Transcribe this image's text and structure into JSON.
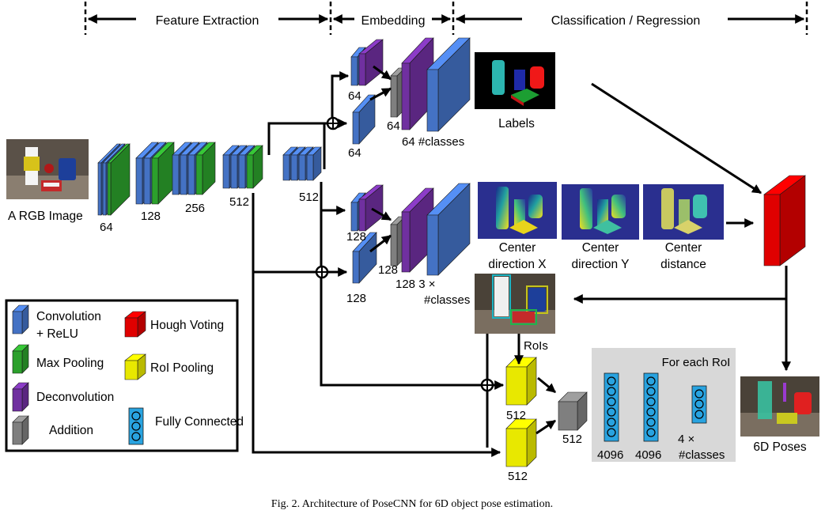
{
  "header": {
    "feature_extraction": "Feature Extraction",
    "embedding": "Embedding",
    "classification": "Classification / Regression"
  },
  "input": {
    "label": "A RGB Image"
  },
  "backbone": {
    "block_labels": [
      "64",
      "128",
      "256",
      "512",
      "512"
    ]
  },
  "seg_branch": {
    "labels": [
      "64",
      "64",
      "64",
      "64 #classes"
    ],
    "output_caption": "Labels"
  },
  "vertex_branch": {
    "labels": [
      "128",
      "128",
      "128",
      "128 3 ×",
      "#classes"
    ],
    "map_captions": [
      [
        "Center",
        "direction X"
      ],
      [
        "Center",
        "direction Y"
      ],
      [
        "Center",
        "distance"
      ]
    ]
  },
  "roi": {
    "rois_label": "RoIs",
    "pool_labels": [
      "512",
      "512"
    ],
    "add_label": "512"
  },
  "fc_panel": {
    "title": "For each RoI",
    "fc_labels": [
      "4096",
      "4096",
      "4 ×",
      "#classes"
    ]
  },
  "output": {
    "label": "6D Poses"
  },
  "legend": {
    "items": [
      "Convolution",
      "+ ReLU",
      "Hough Voting",
      "Max Pooling",
      "RoI Pooling",
      "Deconvolution",
      "Fully Connected",
      "Addition"
    ]
  },
  "caption": "Fig. 2.   Architecture of PoseCNN for 6D object pose estimation.",
  "colors": {
    "conv": "#4472c4",
    "pool": "#2ca02c",
    "deconv": "#7030a0",
    "add": "#7f7f7f",
    "hough": "#e00000",
    "roi": "#e8e800",
    "fc": "#29a3e0"
  }
}
